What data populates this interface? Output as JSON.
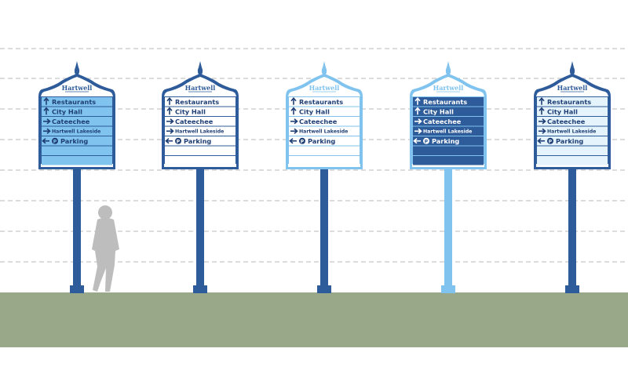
{
  "brand": "Hartwell",
  "directions": [
    {
      "arrow": "up",
      "label": "Restaurants"
    },
    {
      "arrow": "up",
      "label": "City Hall"
    },
    {
      "arrow": "right",
      "label": "Cateechee"
    },
    {
      "arrow": "right",
      "label": "Hartwell Lakeside"
    },
    {
      "arrow": "left",
      "label": "Parking",
      "parking_icon": "P"
    }
  ],
  "colors": {
    "dark_blue": "#2e5b9a",
    "light_blue": "#7fc3ee",
    "pale_blue": "#cfe9fa",
    "ground": "#9aa88a",
    "grid_line": "#b8b8b8",
    "silhouette": "#bdbdbd"
  },
  "variants": [
    {
      "frame": "#2e5b9a",
      "rows": "#7fc3ee",
      "text": "#1f3f75",
      "pole": "#2e5b9a"
    },
    {
      "frame": "#2e5b9a",
      "rows": "#ffffff",
      "text": "#1f3f75",
      "pole": "#2e5b9a"
    },
    {
      "frame": "#7fc3ee",
      "rows": "#ffffff",
      "text": "#1f3f75",
      "pole": "#2e5b9a"
    },
    {
      "frame": "#7fc3ee",
      "rows": "#2e5b9a",
      "text": "#ffffff",
      "pole": "#7fc3ee"
    },
    {
      "frame": "#2e5b9a",
      "rows": "#e4f3fc",
      "text": "#1f3f75",
      "pole": "#2e5b9a"
    }
  ],
  "icons": [
    "person-silhouette",
    "finial",
    "arrow-up-icon",
    "arrow-right-icon",
    "arrow-left-icon",
    "parking-icon"
  ]
}
